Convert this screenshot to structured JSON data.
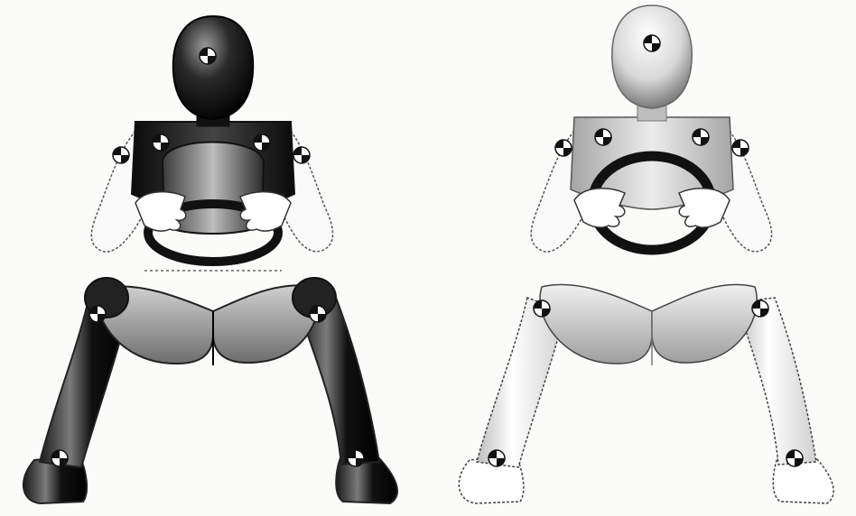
{
  "figure": {
    "panels": [
      {
        "id": "left-dummy",
        "shading": "dark",
        "icon": "crash-test-dummy-icon"
      },
      {
        "id": "right-dummy",
        "shading": "light",
        "icon": "crash-test-dummy-icon"
      }
    ]
  },
  "colors": {
    "background": "#fbfbfa",
    "outline": "#222222",
    "dark_fill": "#1a1a1a",
    "mid_fill": "#8a8a8a",
    "light_fill": "#e9e9e9",
    "wheel": "#151515"
  }
}
